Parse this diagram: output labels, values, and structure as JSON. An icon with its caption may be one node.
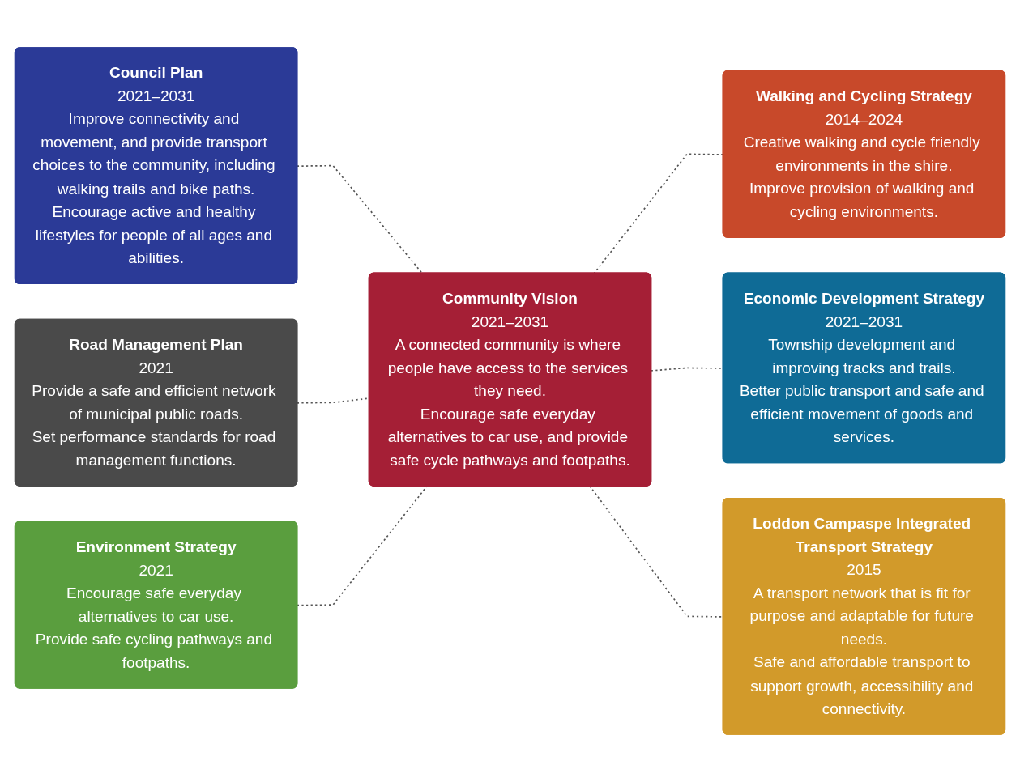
{
  "diagram": {
    "nodes": [
      {
        "text": [
          "Council Plan",
          "2021–2031",
          "Improve connectivity and movement, and provide transport choices to the community, including walking trails and bike paths.",
          "Encourage active and healthy lifestyles for people of all ages and abilities."
        ]
      },
      {
        "text": [
          "Walking and Cycling Strategy",
          "2014–2024",
          "Creative walking and cycle friendly environments in the shire.",
          "Improve provision of walking and cycling environments."
        ]
      },
      {
        "text": [
          "Road Management Plan",
          "2021",
          "Provide a safe and efficient network of municipal public roads.",
          "Set performance standards for road management functions."
        ]
      },
      {
        "text": [
          "Community Vision",
          "2021–2031",
          "A connected community is where people have access to the services they need.",
          "Encourage safe everyday alternatives to car use, and provide safe cycle pathways and footpaths."
        ]
      },
      {
        "text": [
          "Economic Development Strategy",
          "2021–2031",
          "Township development and improving tracks and trails.",
          "Better public transport and safe and efficient movement of goods and services."
        ]
      },
      {
        "text": [
          "Environment Strategy",
          "2021",
          "Encourage safe everyday alternatives to car use.",
          "Provide safe cycling pathways and footpaths."
        ]
      },
      {
        "text": [
          "Loddon Campaspe Integrated Transport Strategy",
          "2015",
          "A transport network that is fit for purpose and adaptable for future needs.",
          "Safe and affordable transport to support growth, accessibility and connectivity."
        ]
      }
    ],
    "edges": [
      {
        "from": 0,
        "to": 3,
        "arrow": "none",
        "style": "dashed"
      },
      {
        "from": 3,
        "to": 1,
        "arrow": "none",
        "style": "dashed"
      },
      {
        "from": 2,
        "to": 3,
        "arrow": "none",
        "style": "dashed"
      },
      {
        "from": 3,
        "to": 4,
        "arrow": "none",
        "style": "dashed"
      },
      {
        "from": 5,
        "to": 3,
        "arrow": "none",
        "style": "dashed"
      },
      {
        "from": 3,
        "to": 6,
        "arrow": "none",
        "style": "dashed"
      }
    ]
  }
}
